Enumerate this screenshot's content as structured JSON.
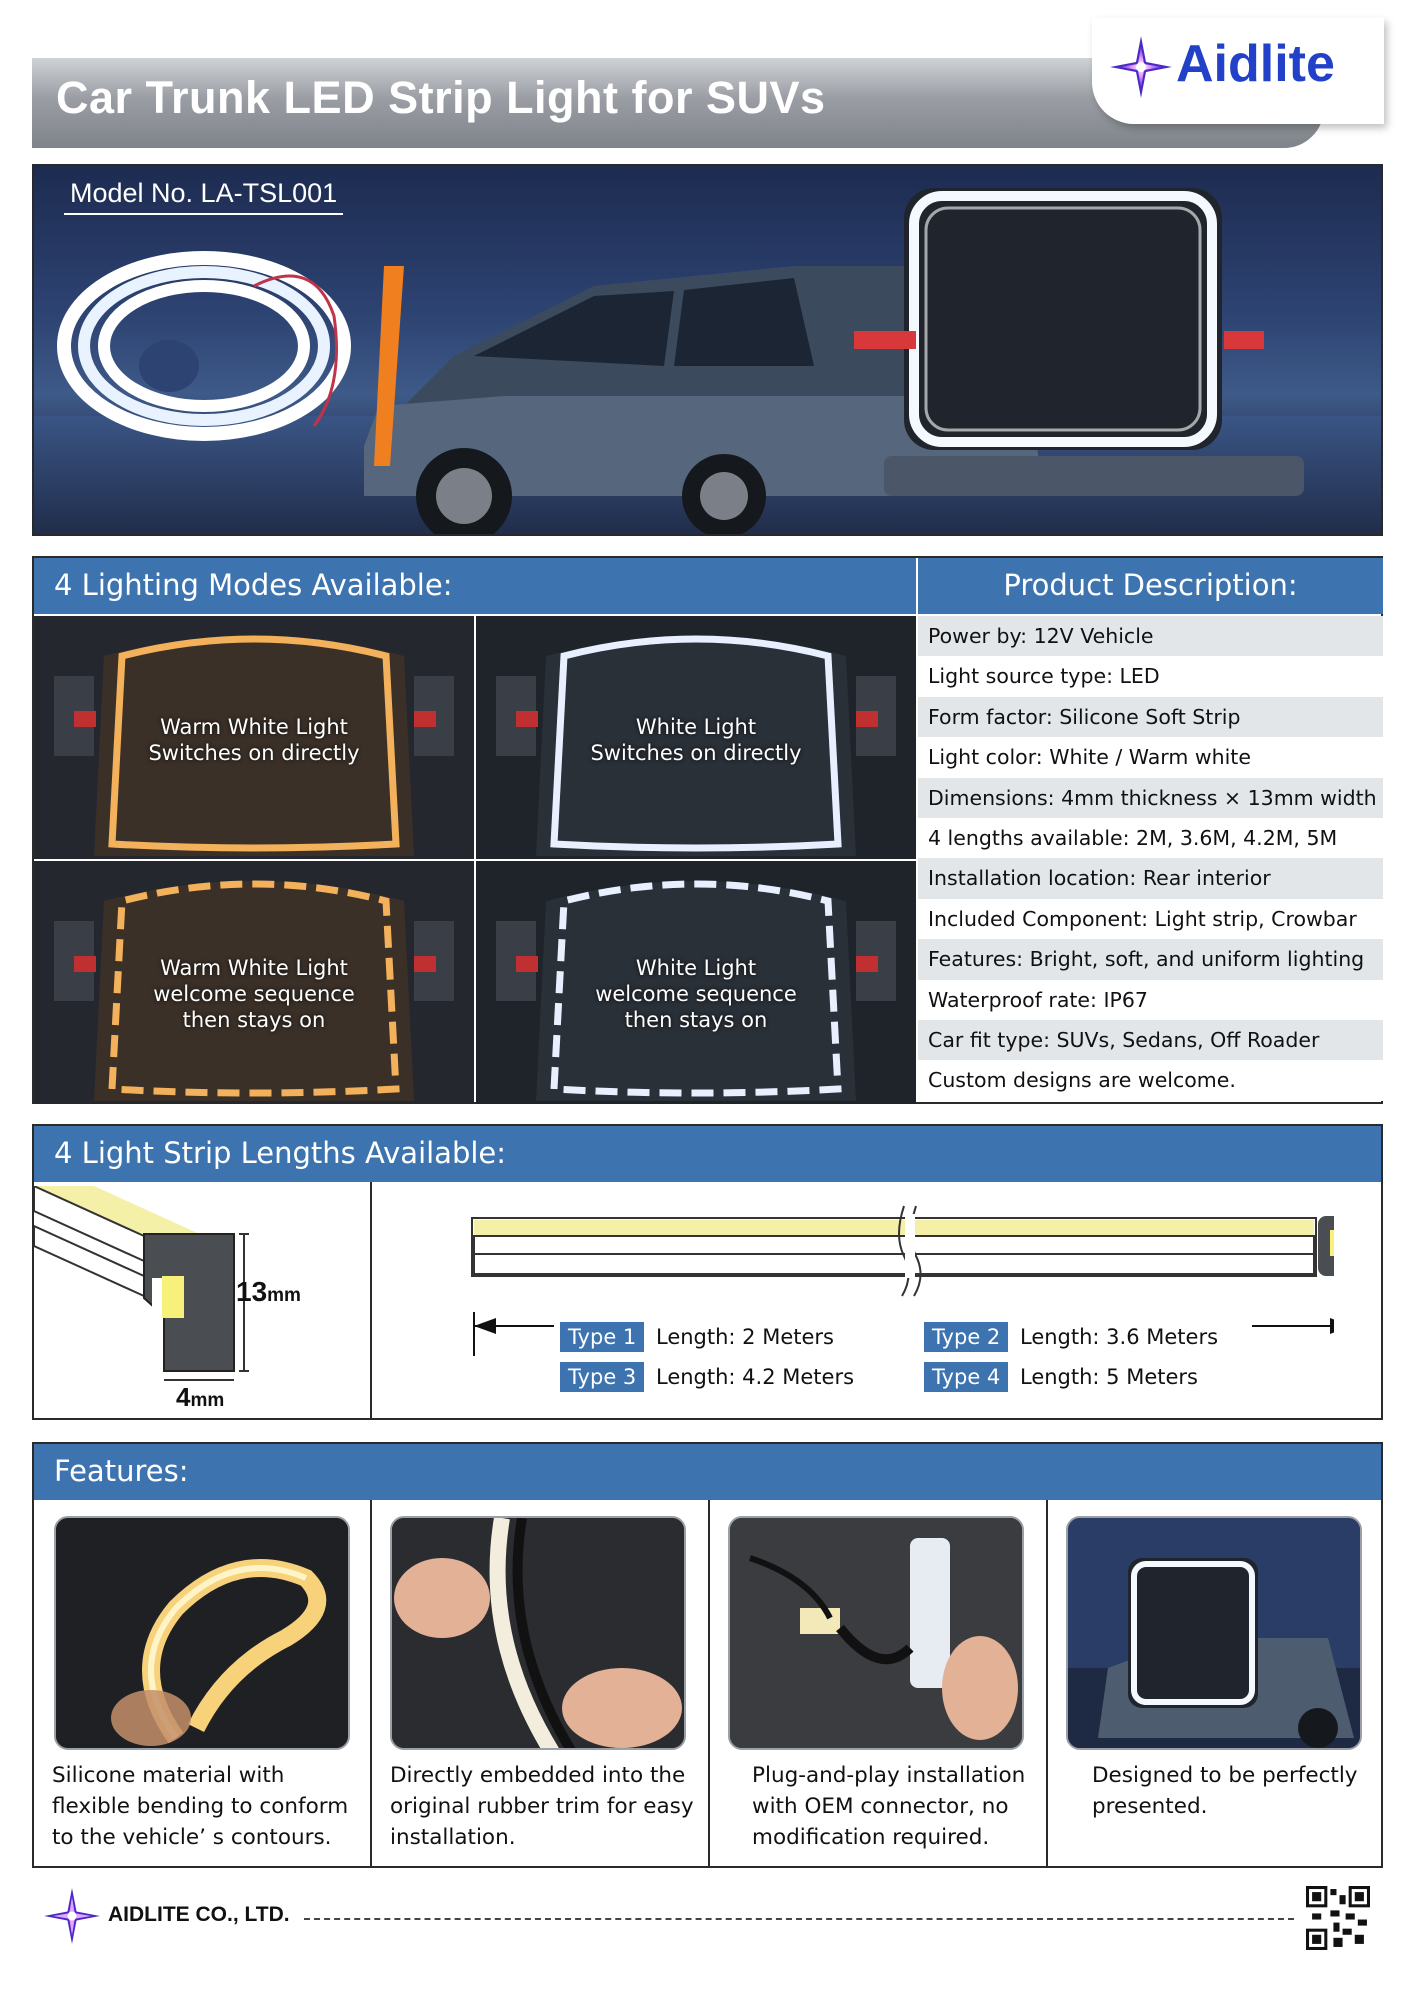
{
  "header": {
    "title": "Car Trunk LED Strip Light for SUVs",
    "brand": "Aidlite"
  },
  "hero": {
    "model_label": "Model No. LA-TSL001"
  },
  "modes": {
    "heading": "4 Lighting Modes Available:",
    "tiles": [
      {
        "line1": "Warm White Light",
        "line2": "Switches on directly",
        "line3": "",
        "tone": "warm"
      },
      {
        "line1": "White Light",
        "line2": "Switches on directly",
        "line3": "",
        "tone": "white"
      },
      {
        "line1": "Warm White Light",
        "line2": "welcome sequence",
        "line3": "then stays on",
        "tone": "warm"
      },
      {
        "line1": "White Light",
        "line2": "welcome sequence",
        "line3": "then stays on",
        "tone": "white"
      }
    ]
  },
  "description": {
    "heading": "Product Description:",
    "rows": [
      "Power by: 12V Vehicle",
      "Light source type: LED",
      "Form factor: Silicone Soft Strip",
      "Light color: White / Warm white",
      "Dimensions: 4mm thickness × 13mm width",
      "4 lengths available: 2M, 3.6M, 4.2M, 5M",
      "Installation location: Rear interior",
      "Included Component: Light strip, Crowbar",
      "Features: Bright, soft, and uniform lighting",
      "Waterproof rate: IP67",
      "Car fit type: SUVs, Sedans, Off Roader",
      "Custom designs are welcome."
    ]
  },
  "lengths": {
    "heading": "4 Light Strip Lengths Available:",
    "dim_height_value": "13",
    "dim_height_unit": "mm",
    "dim_width_value": "4",
    "dim_width_unit": "mm",
    "types": [
      {
        "badge": "Type 1",
        "length": "Length: 2 Meters"
      },
      {
        "badge": "Type 2",
        "length": "Length: 3.6 Meters"
      },
      {
        "badge": "Type 3",
        "length": "Length: 4.2 Meters"
      },
      {
        "badge": "Type 4",
        "length": "Length: 5 Meters"
      }
    ]
  },
  "features": {
    "heading": "Features:",
    "items": [
      {
        "text": "Silicone material with flexible bending to conform to the vehicle’ s contours.",
        "icon": "flexible-strip-photo"
      },
      {
        "text": "Directly embedded into the original rubber trim for easy installation.",
        "icon": "installation-photo"
      },
      {
        "text": "Plug-and-play installation with OEM connector, no modification required.",
        "icon": "connector-photo"
      },
      {
        "text": "Designed to be perfectly presented.",
        "icon": "lit-suv-photo"
      }
    ]
  },
  "footer": {
    "company": "AIDLITE CO., LTD."
  },
  "colors": {
    "accent_blue": "#3d74b0",
    "brand_blue": "#2240c8",
    "warm_light": "#f2b15a",
    "white_light": "#e8f0ff"
  }
}
